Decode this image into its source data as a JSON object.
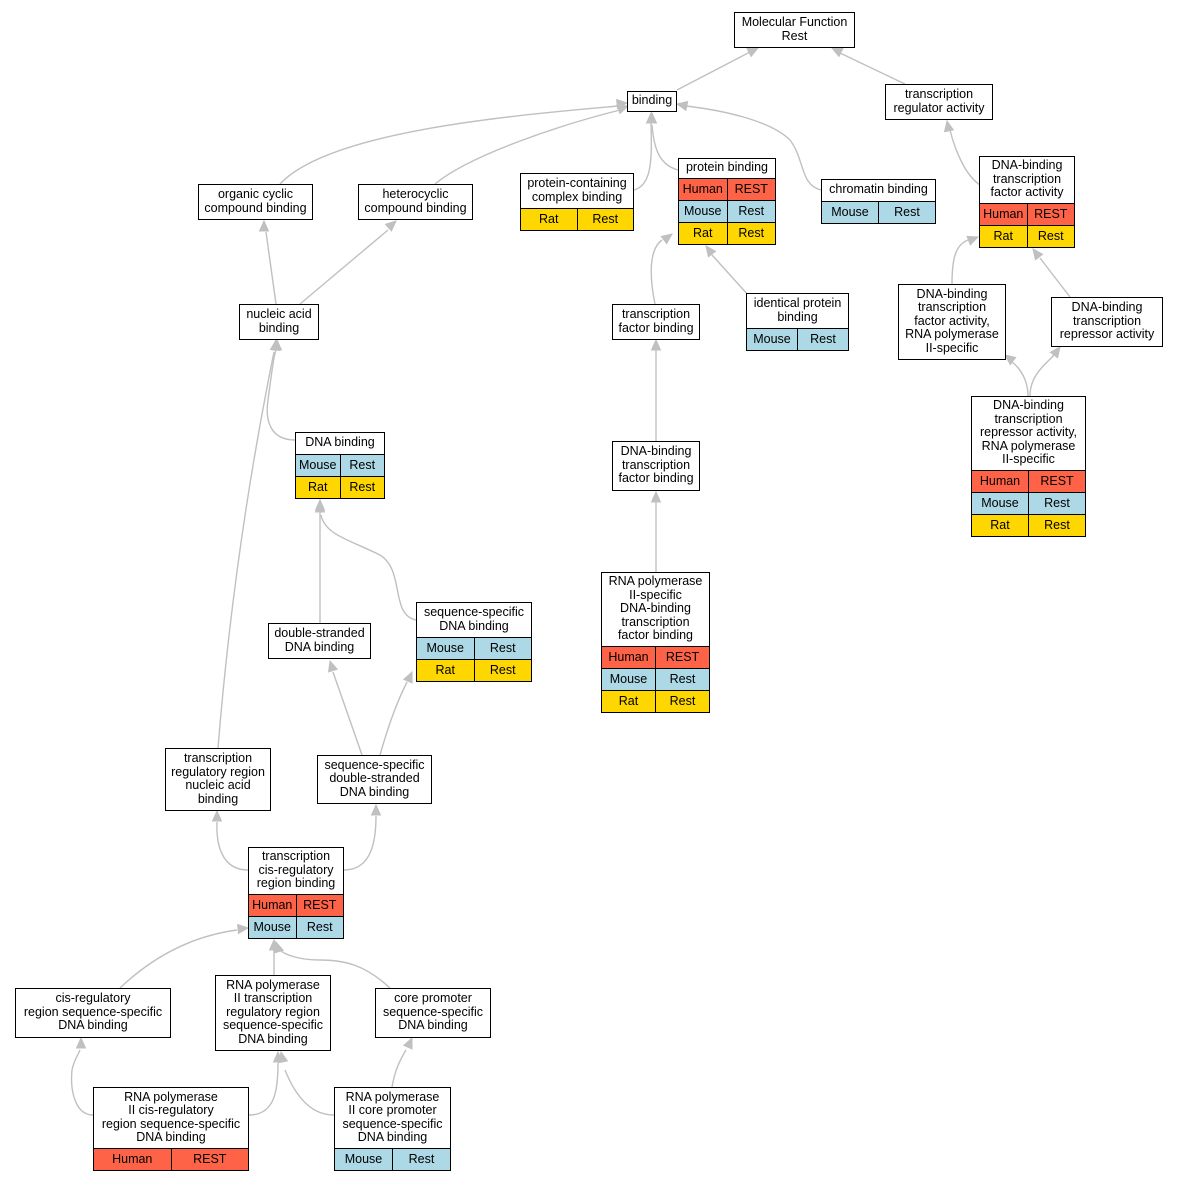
{
  "colors": {
    "human": "#ff6347",
    "mouse": "#add8e6",
    "rat": "#ffd700",
    "edge": "#c0c0c0"
  },
  "nodes": [
    {
      "id": "molecular-function",
      "label": "Molecular Function\nRest",
      "rows": []
    },
    {
      "id": "binding",
      "label": "binding",
      "rows": []
    },
    {
      "id": "transcription-regulator-activity",
      "label": "transcription\nregulator activity",
      "rows": []
    },
    {
      "id": "organic-cyclic-compound-binding",
      "label": "organic cyclic\ncompound binding",
      "rows": []
    },
    {
      "id": "heterocyclic-compound-binding",
      "label": "heterocyclic\ncompound binding",
      "rows": []
    },
    {
      "id": "protein-containing-complex-binding",
      "label": "protein-containing\ncomplex binding",
      "rows": [
        {
          "species": "Rat",
          "value": "Rest",
          "color": "rat"
        }
      ]
    },
    {
      "id": "protein-binding",
      "label": "protein binding",
      "rows": [
        {
          "species": "Human",
          "value": "REST",
          "color": "human"
        },
        {
          "species": "Mouse",
          "value": "Rest",
          "color": "mouse"
        },
        {
          "species": "Rat",
          "value": "Rest",
          "color": "rat"
        }
      ]
    },
    {
      "id": "chromatin-binding",
      "label": "chromatin binding",
      "rows": [
        {
          "species": "Mouse",
          "value": "Rest",
          "color": "mouse"
        }
      ]
    },
    {
      "id": "dna-binding-tf-activity",
      "label": "DNA-binding\ntranscription\nfactor activity",
      "rows": [
        {
          "species": "Human",
          "value": "REST",
          "color": "human"
        },
        {
          "species": "Rat",
          "value": "Rest",
          "color": "rat"
        }
      ]
    },
    {
      "id": "nucleic-acid-binding",
      "label": "nucleic acid\nbinding",
      "rows": []
    },
    {
      "id": "transcription-factor-binding",
      "label": "transcription\nfactor binding",
      "rows": []
    },
    {
      "id": "identical-protein-binding",
      "label": "identical protein\nbinding",
      "rows": [
        {
          "species": "Mouse",
          "value": "Rest",
          "color": "mouse"
        }
      ]
    },
    {
      "id": "dna-binding-tf-activity-rnap2",
      "label": "DNA-binding\ntranscription\nfactor activity,\nRNA polymerase\nII-specific",
      "rows": []
    },
    {
      "id": "dna-binding-repressor-activity",
      "label": "DNA-binding\ntranscription\nrepressor activity",
      "rows": []
    },
    {
      "id": "dna-binding-repressor-activity-rnap2",
      "label": "DNA-binding\ntranscription\nrepressor activity,\nRNA polymerase\nII-specific",
      "rows": [
        {
          "species": "Human",
          "value": "REST",
          "color": "human"
        },
        {
          "species": "Mouse",
          "value": "Rest",
          "color": "mouse"
        },
        {
          "species": "Rat",
          "value": "Rest",
          "color": "rat"
        }
      ]
    },
    {
      "id": "dna-binding",
      "label": "DNA binding",
      "rows": [
        {
          "species": "Mouse",
          "value": "Rest",
          "color": "mouse"
        },
        {
          "species": "Rat",
          "value": "Rest",
          "color": "rat"
        }
      ]
    },
    {
      "id": "dna-binding-tf-binding",
      "label": "DNA-binding\ntranscription\nfactor binding",
      "rows": []
    },
    {
      "id": "double-stranded-dna-binding",
      "label": "double-stranded\nDNA binding",
      "rows": []
    },
    {
      "id": "sequence-specific-dna-binding",
      "label": "sequence-specific\nDNA binding",
      "rows": [
        {
          "species": "Mouse",
          "value": "Rest",
          "color": "mouse"
        },
        {
          "species": "Rat",
          "value": "Rest",
          "color": "rat"
        }
      ]
    },
    {
      "id": "rnap2-specific-dna-binding-tf-binding",
      "label": "RNA polymerase\nII-specific\nDNA-binding\ntranscription\nfactor binding",
      "rows": [
        {
          "species": "Human",
          "value": "REST",
          "color": "human"
        },
        {
          "species": "Mouse",
          "value": "Rest",
          "color": "mouse"
        },
        {
          "species": "Rat",
          "value": "Rest",
          "color": "rat"
        }
      ]
    },
    {
      "id": "transcription-regulatory-region-nucleic-acid-binding",
      "label": "transcription\nregulatory region\nnucleic acid\nbinding",
      "rows": []
    },
    {
      "id": "sequence-specific-double-stranded-dna-binding",
      "label": "sequence-specific\ndouble-stranded\nDNA binding",
      "rows": []
    },
    {
      "id": "transcription-cis-regulatory-region-binding",
      "label": "transcription\ncis-regulatory\nregion binding",
      "rows": [
        {
          "species": "Human",
          "value": "REST",
          "color": "human"
        },
        {
          "species": "Mouse",
          "value": "Rest",
          "color": "mouse"
        }
      ]
    },
    {
      "id": "cis-regulatory-region-sequence-specific-dna-binding",
      "label": "cis-regulatory\nregion sequence-specific\nDNA binding",
      "rows": []
    },
    {
      "id": "rnap2-transcription-regulatory-region-dna-binding",
      "label": "RNA polymerase\nII transcription\nregulatory region\nsequence-specific\nDNA binding",
      "rows": []
    },
    {
      "id": "core-promoter-sequence-specific-dna-binding",
      "label": "core promoter\nsequence-specific\nDNA binding",
      "rows": []
    },
    {
      "id": "rnap2-cis-regulatory-region-dna-binding",
      "label": "RNA polymerase\nII cis-regulatory\nregion sequence-specific\nDNA binding",
      "rows": [
        {
          "species": "Human",
          "value": "REST",
          "color": "human"
        }
      ]
    },
    {
      "id": "rnap2-core-promoter-dna-binding",
      "label": "RNA polymerase\nII core promoter\nsequence-specific\nDNA binding",
      "rows": [
        {
          "species": "Mouse",
          "value": "Rest",
          "color": "mouse"
        }
      ]
    }
  ]
}
